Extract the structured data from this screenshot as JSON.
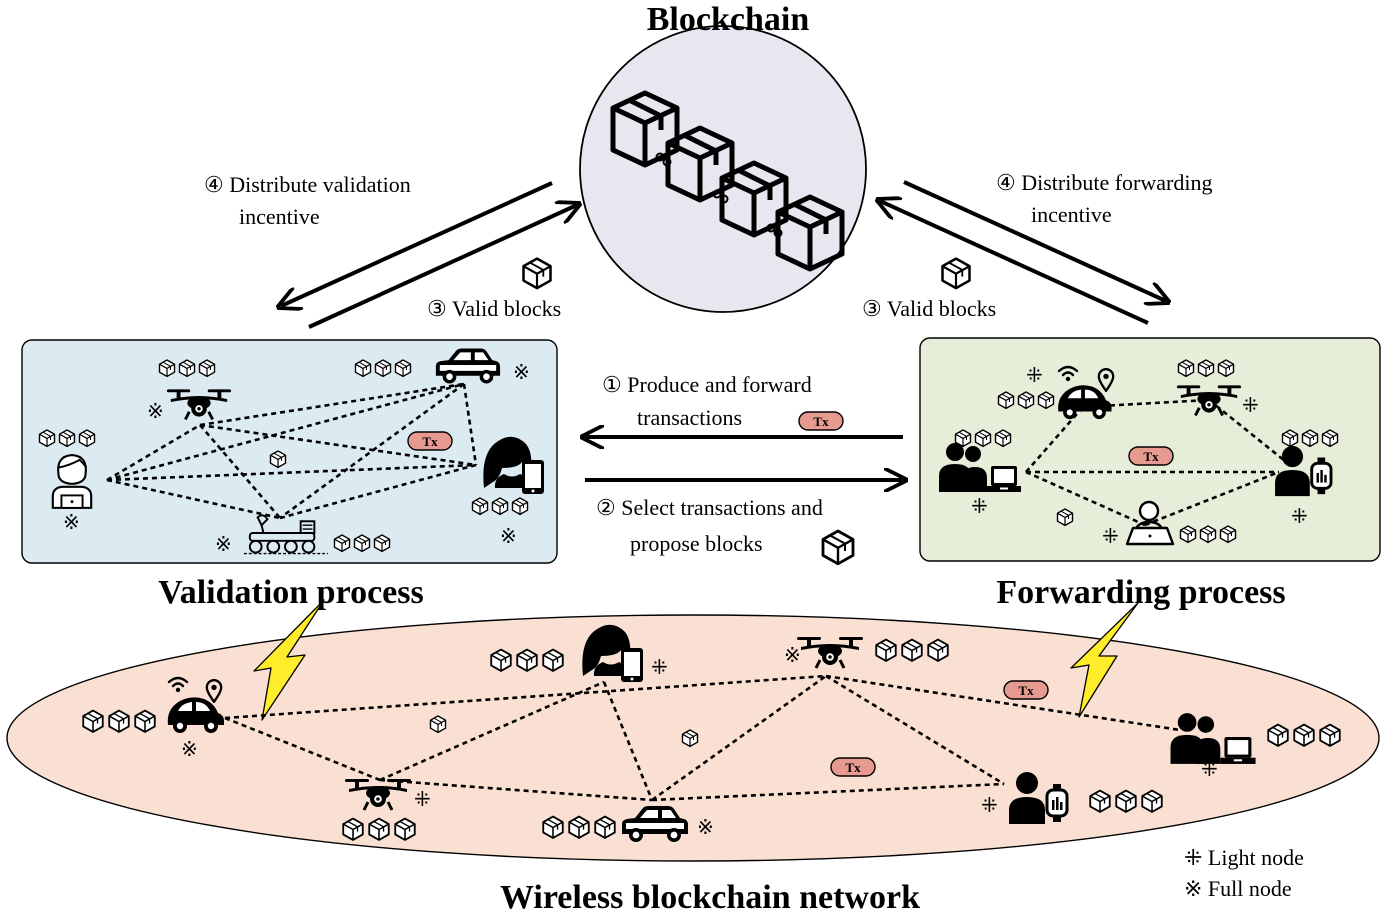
{
  "titles": {
    "blockchain": "Blockchain",
    "validation": "Validation process",
    "forwarding": "Forwarding process",
    "network": "Wireless blockchain network"
  },
  "steps": {
    "s1_line1": "① Produce and forward",
    "s1_line2": "transactions",
    "s2_line1": "② Select transactions and",
    "s2_line2": "propose blocks",
    "s3_left": "③ Valid blocks",
    "s3_right": "③ Valid blocks",
    "s4_left_line1": "④ Distribute validation",
    "s4_left_line2": "incentive",
    "s4_right_line1": "④ Distribute forwarding",
    "s4_right_line2": "incentive"
  },
  "tx_label": "Tx",
  "legend": {
    "light": "⁜ Light node",
    "full": "※ Full node"
  },
  "symbols": {
    "light": "⁜",
    "full": "※"
  },
  "colors": {
    "validation_panel": "#dcebf2",
    "forwarding_panel": "#e6edd9",
    "network_ellipse": "#f9e0d2",
    "blockchain_circle": "#e9e6f0",
    "tx_badge": "#e69a90",
    "lightning": "#ffec2a"
  },
  "icons": [
    "blockchain-icon",
    "block-icon",
    "car-icon",
    "drone-icon",
    "person-icon",
    "satellite-icon",
    "smartwatch-icon",
    "laptop-icon",
    "phone-icon",
    "wifi-icon",
    "location-pin-icon",
    "lightning-icon",
    "arrow-icon"
  ]
}
